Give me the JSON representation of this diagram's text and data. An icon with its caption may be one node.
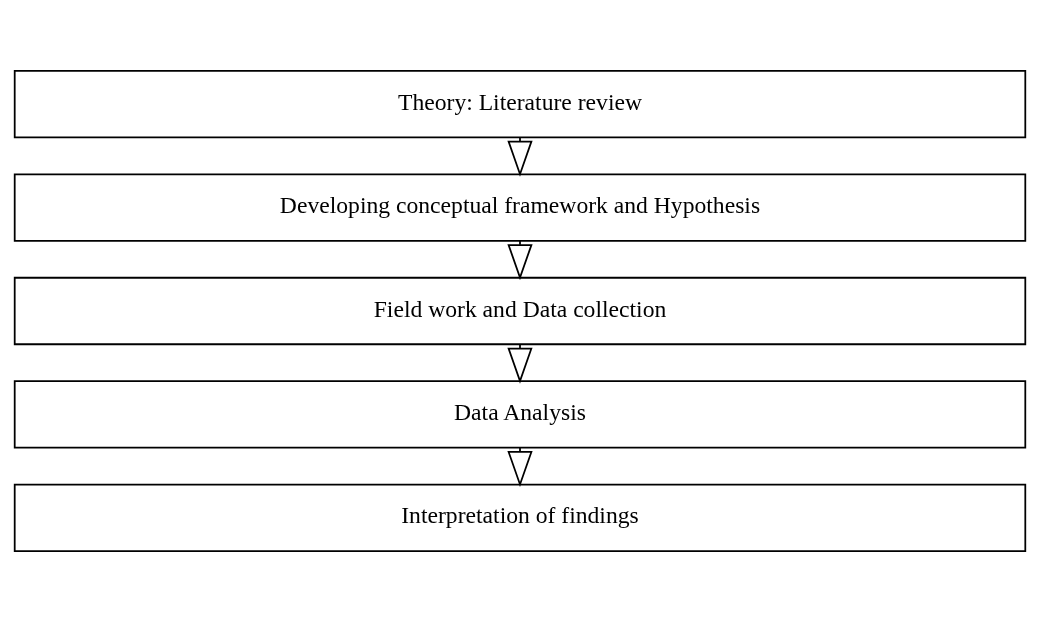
{
  "diagram": {
    "nodes": [
      {
        "text": [
          "Theory: Literature review"
        ]
      },
      {
        "text": [
          "Developing conceptual framework and Hypothesis"
        ]
      },
      {
        "text": [
          "Field work and Data collection"
        ]
      },
      {
        "text": [
          "Data Analysis"
        ]
      },
      {
        "text": [
          "Interpretation of findings"
        ]
      }
    ],
    "edges": [
      {
        "from": 0,
        "to": 1,
        "arrow": "to"
      },
      {
        "from": 1,
        "to": 2,
        "arrow": "to"
      },
      {
        "from": 2,
        "to": 3,
        "arrow": "to"
      },
      {
        "from": 3,
        "to": 4,
        "arrow": "to"
      }
    ]
  }
}
